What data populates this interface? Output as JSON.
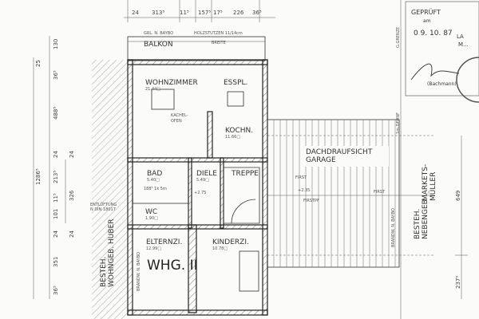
{
  "top_dims": [
    "24",
    "313⁵",
    "11⁵",
    "157⁵",
    "17⁵",
    "226",
    "36⁵"
  ],
  "left_dims": [
    "130",
    "25",
    "36⁵",
    "488⁵",
    "24",
    "213⁵",
    "11⁵",
    "101",
    "24",
    "351",
    "36⁵"
  ],
  "left_total": "1286⁵",
  "left_sub": "326",
  "left_sub_24a": "24",
  "left_sub_24b": "24",
  "right_dims": [
    "649",
    "237⁵"
  ],
  "balcony": {
    "label": "BALKON",
    "note_left": "GRL. N. BAYBO",
    "note_post": "HOLZSTUTZEN 11/14cm",
    "note_width": "BREITE"
  },
  "rooms": {
    "wohnzimmer": {
      "label": "WOHNZIMMER",
      "area": "21.44□"
    },
    "esspl": {
      "label": "ESSPL."
    },
    "kachelofen": {
      "line1": "KACHEL-",
      "line2": "OFEN"
    },
    "kochn": {
      "label": "KOCHN.",
      "area": "11.66□"
    },
    "bad": {
      "label": "BAD",
      "area": "5.40□",
      "extra": "188⁵ 1k 5m"
    },
    "diele": {
      "label": "DIELE",
      "area": "5.49□",
      "level": "+2.75"
    },
    "treppe": {
      "label": "TREPPE"
    },
    "wc": {
      "label": "WC",
      "area": "1.90□"
    },
    "elternzi": {
      "label": "ELTERNZI.",
      "area": "12.99□"
    },
    "kinderzi": {
      "label": "KINDERZI.",
      "area": "10.78□"
    }
  },
  "unit_label": "WHG. II",
  "brandwand_left": "BRANDW. N. BAYBO",
  "brandwand_right": "BRANDW. N. BAYBO",
  "neighbor_left": {
    "line1": "BESTEH.",
    "line2": "WOHNGEB. HUBER"
  },
  "ventilation": {
    "line1": "ENTLÜFTUNG",
    "line2": "N DIN 18017"
  },
  "garage": {
    "line1": "DACHDRAUFSICHT",
    "line2": "GARAGE",
    "first1": "FIRST",
    "level": "+2.35",
    "firstpf": "FIRSTPF",
    "first2": "FIRST",
    "dachr": "1m DEHNF"
  },
  "neighbor_right": {
    "line1": "BESTEH.",
    "line2": "NEBENGEB.",
    "line3": "MARKETS-",
    "line4": "MÜLLER"
  },
  "boundary": "G.GRENZE",
  "stamp": {
    "title": "GEPRÜFT",
    "am": "am",
    "date": "0 9. 10. 87",
    "office1": "LA",
    "office2": "M...",
    "name": "(Bachmann)"
  }
}
